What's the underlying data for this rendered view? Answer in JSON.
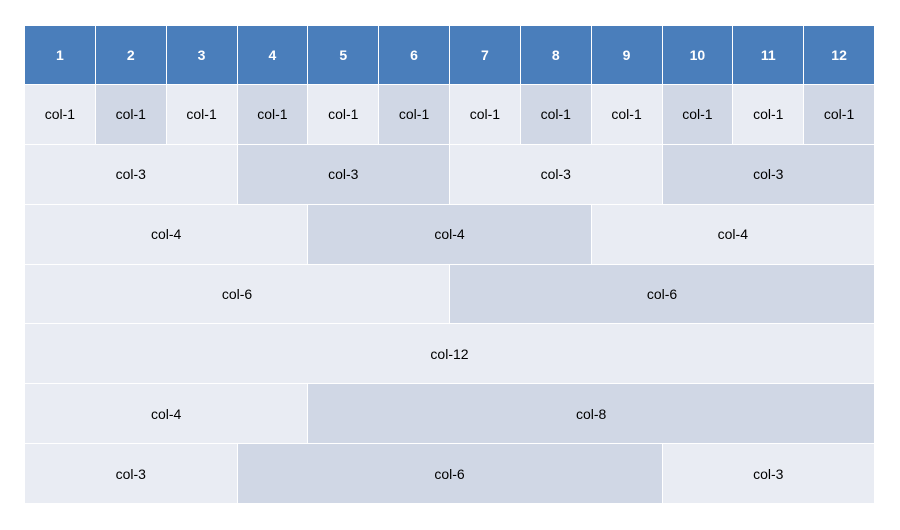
{
  "colors": {
    "header": "#4a7ebb",
    "light": "#e9ecf3",
    "dark": "#d0d7e5"
  },
  "header": [
    "1",
    "2",
    "3",
    "4",
    "5",
    "6",
    "7",
    "8",
    "9",
    "10",
    "11",
    "12"
  ],
  "rows": [
    [
      {
        "label": "col-1",
        "span": 1,
        "shade": "light"
      },
      {
        "label": "col-1",
        "span": 1,
        "shade": "dark"
      },
      {
        "label": "col-1",
        "span": 1,
        "shade": "light"
      },
      {
        "label": "col-1",
        "span": 1,
        "shade": "dark"
      },
      {
        "label": "col-1",
        "span": 1,
        "shade": "light"
      },
      {
        "label": "col-1",
        "span": 1,
        "shade": "dark"
      },
      {
        "label": "col-1",
        "span": 1,
        "shade": "light"
      },
      {
        "label": "col-1",
        "span": 1,
        "shade": "dark"
      },
      {
        "label": "col-1",
        "span": 1,
        "shade": "light"
      },
      {
        "label": "col-1",
        "span": 1,
        "shade": "dark"
      },
      {
        "label": "col-1",
        "span": 1,
        "shade": "light"
      },
      {
        "label": "col-1",
        "span": 1,
        "shade": "dark"
      }
    ],
    [
      {
        "label": "col-3",
        "span": 3,
        "shade": "light"
      },
      {
        "label": "col-3",
        "span": 3,
        "shade": "dark"
      },
      {
        "label": "col-3",
        "span": 3,
        "shade": "light"
      },
      {
        "label": "col-3",
        "span": 3,
        "shade": "dark"
      }
    ],
    [
      {
        "label": "col-4",
        "span": 4,
        "shade": "light"
      },
      {
        "label": "col-4",
        "span": 4,
        "shade": "dark"
      },
      {
        "label": "col-4",
        "span": 4,
        "shade": "light"
      }
    ],
    [
      {
        "label": "col-6",
        "span": 6,
        "shade": "light"
      },
      {
        "label": "col-6",
        "span": 6,
        "shade": "dark"
      }
    ],
    [
      {
        "label": "col-12",
        "span": 12,
        "shade": "light"
      }
    ],
    [
      {
        "label": "col-4",
        "span": 4,
        "shade": "light"
      },
      {
        "label": "col-8",
        "span": 8,
        "shade": "dark"
      }
    ],
    [
      {
        "label": "col-3",
        "span": 3,
        "shade": "light"
      },
      {
        "label": "col-6",
        "span": 6,
        "shade": "dark"
      },
      {
        "label": "col-3",
        "span": 3,
        "shade": "light"
      }
    ]
  ]
}
